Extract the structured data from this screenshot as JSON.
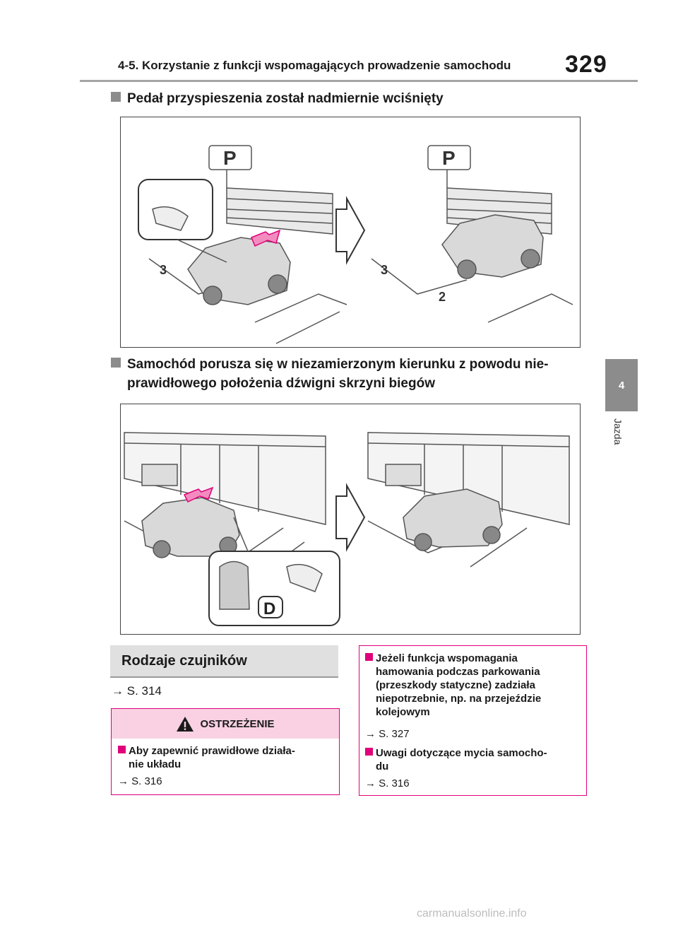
{
  "header": {
    "title": "4-5. Korzystanie z funkcji wspomagających prowadzenie samochodu",
    "page_number": "329"
  },
  "side_tab": {
    "number": "4",
    "label": "Jazda"
  },
  "sections": {
    "accel_heading": "Pedał przyspieszenia został nadmiernie wciśnięty",
    "gear_heading_line1": "Samochód porusza się w niezamierzonym kierunku z powodu nie-",
    "gear_heading_line2": "prawidłowego położenia dźwigni skrzyni biegów"
  },
  "figure_labels": {
    "parking_sign": "P",
    "gear_label": "D",
    "space_number_3": "3",
    "space_number_2": "2"
  },
  "sensors": {
    "heading": "Rodzaje czujników",
    "ref_arrow": "→",
    "ref": "S. 314"
  },
  "warning": {
    "title": "OSTRZEŻENIE",
    "item1_line1": "Aby zapewnić prawidłowe działa-",
    "item1_line2": "nie układu",
    "item1_ref": "S. 316"
  },
  "notes": {
    "item1_lines": [
      "Jeżeli funkcja wspomagania",
      "hamowania podczas parkowania",
      "(przeszkody statyczne) zadziała",
      "niepotrzebnie, np. na przejeździe",
      "kolejowym"
    ],
    "item1_ref": "S. 327",
    "item2_line1": "Uwagi dotyczące mycia samocho-",
    "item2_line2": "du",
    "item2_ref": "S. 316"
  },
  "footer": {
    "watermark": "carmanualsonline.info"
  },
  "colors": {
    "accent": "#e0007a",
    "tab_gray": "#8c8c8c",
    "warn_bg": "#f9d1e3"
  }
}
